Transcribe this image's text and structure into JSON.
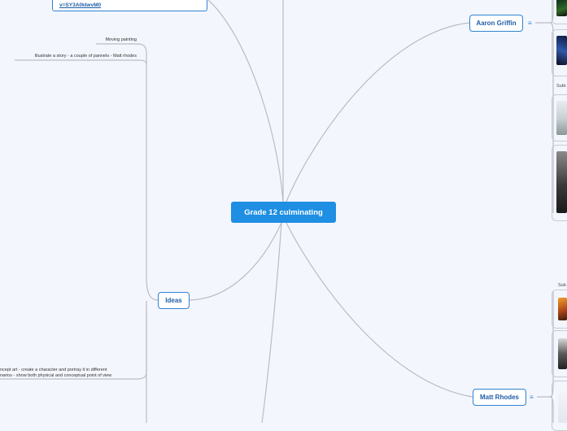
{
  "central": {
    "title": "Grade 12 culminating"
  },
  "branches": {
    "aaron": {
      "label": "Aaron Griffin"
    },
    "ideas": {
      "label": "Ideas"
    },
    "matt": {
      "label": "Matt Rhodes"
    }
  },
  "link_topic": {
    "text": "v=SY3A0kIwvM0"
  },
  "idea_items": [
    "Moving painting",
    "Illustrate a story - a couple of pannels - Matt rhodes"
  ],
  "concept_art": {
    "line1": "ncept art - create a character and portray it in different",
    "line2": "narios - show both physical and conceptual point of view"
  },
  "aaron_sub_label": "Subt",
  "matt_sub_label": "Sub",
  "menu_icon": "hamburger-menu-icon",
  "colors": {
    "background": "#f4f6fd",
    "central_fill": "#1e8fe2",
    "node_border": "#2f84d3",
    "connector": "#b9bcc6"
  }
}
